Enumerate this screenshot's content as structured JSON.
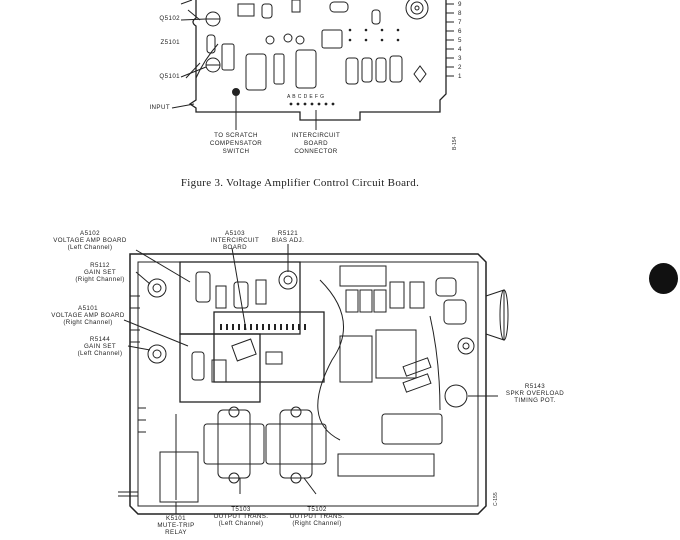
{
  "figure3": {
    "caption": "Figure 3. Voltage Amplifier Control Circuit Board.",
    "labels": {
      "q5102": "Q5102",
      "z5101": "Z5101",
      "q5101": "Q5101",
      "input": "INPUT",
      "scratch_l1": "TO SCRATCH",
      "scratch_l2": "COMPENSATOR",
      "scratch_l3": "SWITCH",
      "ic_l1": "INTERCIRCUIT",
      "ic_l2": "BOARD",
      "ic_l3": "CONNECTOR",
      "pins_letters": "A B C D E F G",
      "pins_numbers": [
        "9",
        "8",
        "7",
        "6",
        "5",
        "4",
        "3",
        "2",
        "1"
      ],
      "code": "B-154"
    }
  },
  "figure4": {
    "labels": {
      "a5102_l1": "A5102",
      "a5102_l2": "VOLTAGE AMP BOARD",
      "a5102_l3": "(Left Channel)",
      "a5103_l1": "A5103",
      "a5103_l2": "INTERCIRCUIT",
      "a5103_l3": "BOARD",
      "r5121_l1": "R5121",
      "r5121_l2": "BIAS ADJ.",
      "r5112_l1": "R5112",
      "r5112_l2": "GAIN SET",
      "r5112_l3": "(Right Channel)",
      "a5101_l1": "A5101",
      "a5101_l2": "VOLTAGE AMP BOARD",
      "a5101_l3": "(Right Channel)",
      "r5144_l1": "R5144",
      "r5144_l2": "GAIN SET",
      "r5144_l3": "(Left Channel)",
      "r5143_l1": "R5143",
      "r5143_l2": "SPKR OVERLOAD",
      "r5143_l3": "TIMING POT.",
      "k5101_l1": "K5101",
      "k5101_l2": "MUTE-TRIP",
      "k5101_l3": "RELAY",
      "t5103_l1": "T5103",
      "t5103_l2": "OUTPUT TRANS.",
      "t5103_l3": "(Left Channel)",
      "t5102_l1": "T5102",
      "t5102_l2": "OUTPUT TRANS.",
      "t5102_l3": "(Right Channel)",
      "code": "C-155"
    }
  }
}
